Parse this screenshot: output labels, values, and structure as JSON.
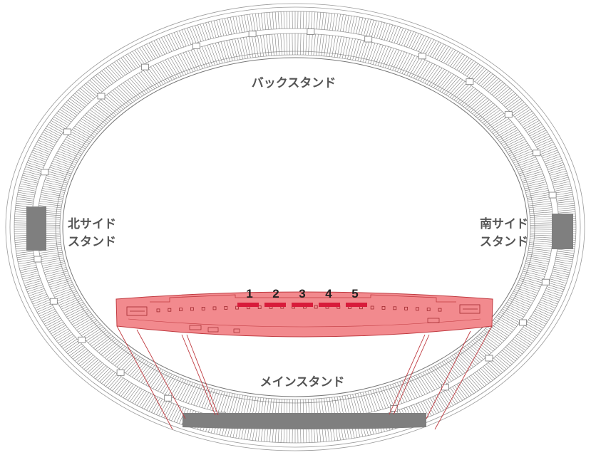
{
  "stands": {
    "back": "バックスタンド",
    "north_line1": "北サイド",
    "north_line2": "スタンド",
    "south_line1": "南サイド",
    "south_line2": "スタンド",
    "main": "メインスタンド"
  },
  "boxes": [
    {
      "number": "1"
    },
    {
      "number": "2"
    },
    {
      "number": "3"
    },
    {
      "number": "4"
    },
    {
      "number": "5"
    }
  ],
  "colors": {
    "highlight_fill": "#f28a8e",
    "highlight_stroke": "#c03a40",
    "box_marker": "#d81b3a",
    "seat_lines": "#888888",
    "block_grey": "#7f7f7f"
  }
}
